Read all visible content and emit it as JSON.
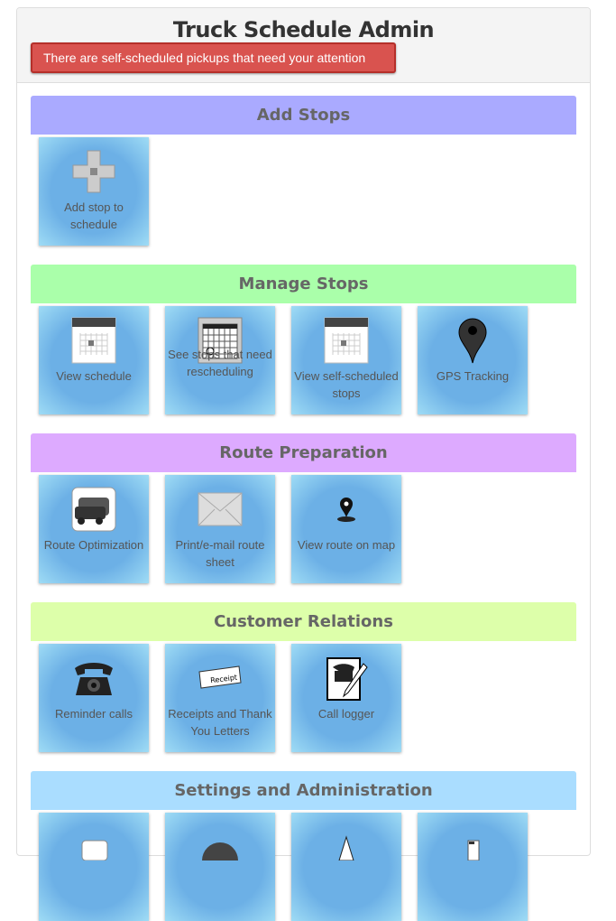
{
  "title": "Truck Schedule Admin",
  "alert": "There are self-scheduled pickups that need your attention",
  "sections": [
    {
      "title": "Add Stops",
      "color": "#aaaaff",
      "tiles": [
        {
          "label": "Add stop to schedule",
          "icon": "plus-icon"
        }
      ]
    },
    {
      "title": "Manage Stops",
      "color": "#aaffaa",
      "tiles": [
        {
          "label": "View schedule",
          "icon": "calendar-icon"
        },
        {
          "label": "See stops that need rescheduling",
          "icon": "calendar-reschedule-icon"
        },
        {
          "label": "View self-scheduled stops",
          "icon": "calendar-icon"
        },
        {
          "label": "GPS Tracking",
          "icon": "map-pin-icon"
        }
      ]
    },
    {
      "title": "Route Preparation",
      "color": "#ddaaff",
      "tiles": [
        {
          "label": "Route Optimization",
          "icon": "vehicles-icon"
        },
        {
          "label": "Print/e-mail route sheet",
          "icon": "envelope-icon"
        },
        {
          "label": "View route on map",
          "icon": "map-marker-icon"
        }
      ]
    },
    {
      "title": "Customer Relations",
      "color": "#ddffaa",
      "tiles": [
        {
          "label": "Reminder calls",
          "icon": "telephone-icon"
        },
        {
          "label": "Receipts and Thank You Letters",
          "icon": "receipt-icon"
        },
        {
          "label": "Call logger",
          "icon": "call-log-icon"
        }
      ]
    },
    {
      "title": "Settings and Administration",
      "color": "#aaddff",
      "tiles": [
        {
          "label": "",
          "icon": "settings-icon"
        },
        {
          "label": "",
          "icon": "user-icon"
        },
        {
          "label": "",
          "icon": "admin-icon"
        },
        {
          "label": "",
          "icon": "document-icon"
        }
      ]
    }
  ],
  "receipt_text": "Receipt"
}
